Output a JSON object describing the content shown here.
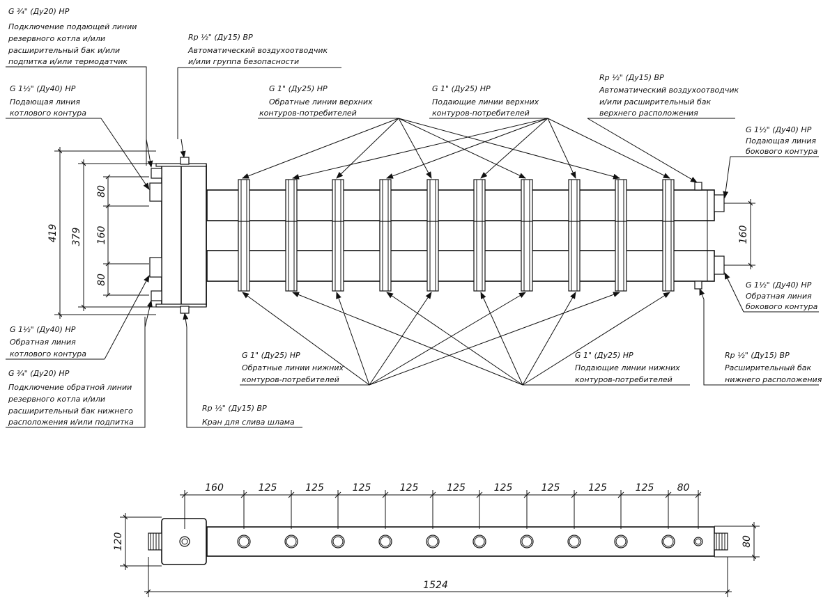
{
  "callouts": {
    "top_left_1": [
      "G ¾\" (Ду20) НР",
      "Подключение подающей линии",
      "резервного котла и/или",
      "расширительный бак и/или",
      "подпитка и/или термодатчик"
    ],
    "top_left_2": [
      "G 1½\" (Ду40) НР",
      "Подающая линия",
      "котлового контура"
    ],
    "top_rp1": [
      "Rp ½\" (Ду15) ВР",
      "Автоматический воздухоотводчик",
      "и/или группа безопасности"
    ],
    "top_return": [
      "G 1\" (Ду25) НР",
      "Обратные линии верхних",
      "контуров-потребителей"
    ],
    "top_supply": [
      "G 1\" (Ду25) НР",
      "Подающие линии верхних",
      "контуров-потребителей"
    ],
    "top_rp2": [
      "Rp ½\" (Ду15) ВР",
      "Автоматический воздухоотводчик",
      "и/или расширительный бак",
      "верхнего расположения"
    ],
    "right_top": [
      "G 1½\" (Ду40) НР",
      "Подающая линия",
      "бокового контура"
    ],
    "right_bottom": [
      "G 1½\" (Ду40) НР",
      "Обратная линия",
      "бокового контура"
    ],
    "bottom_left_1": [
      "G 1½\" (Ду40) НР",
      "Обратная линия",
      "котлового контура"
    ],
    "bottom_left_2": [
      "G ¾\" (Ду20) НР",
      "Подключение обратной линии",
      "резервного котла и/или",
      "расширительный бак нижнего",
      "расположения и/или подпитка"
    ],
    "bottom_rp1": [
      "Rp ½\" (Ду15) ВР",
      "Кран для слива шлама"
    ],
    "bottom_return": [
      "G 1\" (Ду25) НР",
      "Обратные линии нижних",
      "контуров-потребителей"
    ],
    "bottom_supply": [
      "G 1\" (Ду25) НР",
      "Подающие линии нижних",
      "контуров-потребителей"
    ],
    "bottom_rp2": [
      "Rp ½\" (Ду15) ВР",
      "Расширительный бак",
      "нижнего расположения"
    ]
  },
  "dimensions": {
    "overall_height": "419",
    "inner_height": "379",
    "upper_spacing": "80",
    "mid_spacing": "160",
    "lower_spacing": "80",
    "right_spacing": "160",
    "top_view_spacings": [
      "160",
      "125",
      "125",
      "125",
      "125",
      "125",
      "125",
      "125",
      "125",
      "125",
      "80"
    ],
    "top_view_depth": "120",
    "top_view_right": "80",
    "total_length": "1524"
  }
}
